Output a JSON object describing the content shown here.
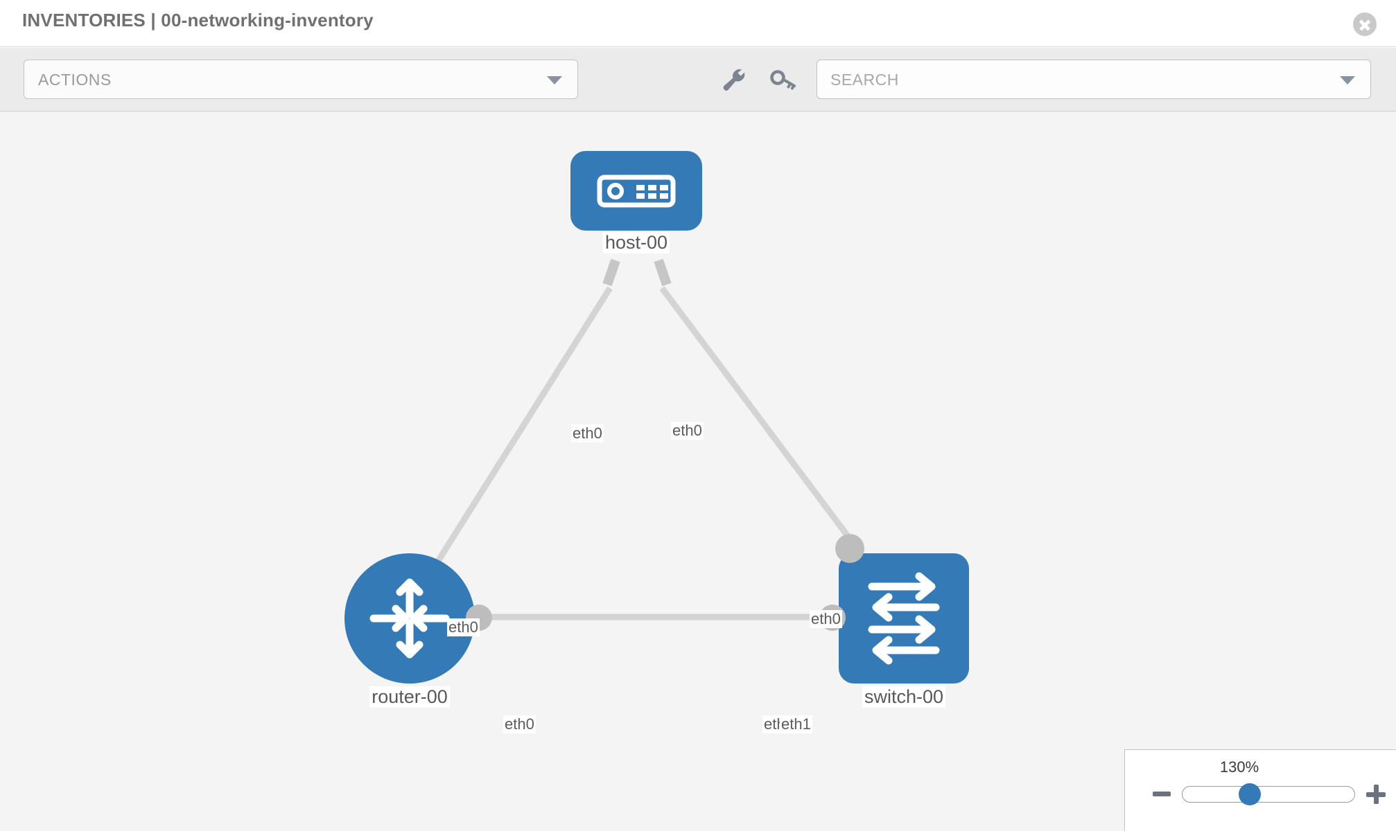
{
  "header": {
    "title": "INVENTORIES | 00-networking-inventory",
    "close_icon": "close-circle-icon"
  },
  "toolbar": {
    "actions_label": "ACTIONS",
    "actions_caret_icon": "chevron-down-icon",
    "wrench_icon": "wrench-icon",
    "key_icon": "key-icon",
    "search_placeholder": "SEARCH",
    "search_value": "",
    "search_caret_icon": "chevron-down-icon"
  },
  "topology": {
    "nodes": [
      {
        "id": "host-00",
        "label": "host-00",
        "icon": "server-icon",
        "shape": "rounded-rect",
        "color": "#337ab7"
      },
      {
        "id": "router-00",
        "label": "router-00",
        "icon": "router-arrows-icon",
        "shape": "circle",
        "color": "#337ab7"
      },
      {
        "id": "switch-00",
        "label": "switch-00",
        "icon": "switch-arrows-icon",
        "shape": "rounded-rect",
        "color": "#337ab7"
      }
    ],
    "link_labels": [
      {
        "id": "host-left-eth0",
        "text": "eth0"
      },
      {
        "id": "host-right-eth0",
        "text": "eth0"
      },
      {
        "id": "router-up-eth0",
        "text": "eth0"
      },
      {
        "id": "switch-up-eth0",
        "text": "eth0"
      },
      {
        "id": "router-right-eth0",
        "text": "eth0"
      },
      {
        "id": "switch-left-eth",
        "text": "eth"
      },
      {
        "id": "switch-left-eth1",
        "text": "eth1"
      }
    ],
    "link_color": "#d4d4d4",
    "port_color": "#bdbdbd"
  },
  "zoom": {
    "value": "130%",
    "minus_icon": "minus-icon",
    "plus_icon": "plus-icon",
    "handle_icon": "slider-handle"
  }
}
